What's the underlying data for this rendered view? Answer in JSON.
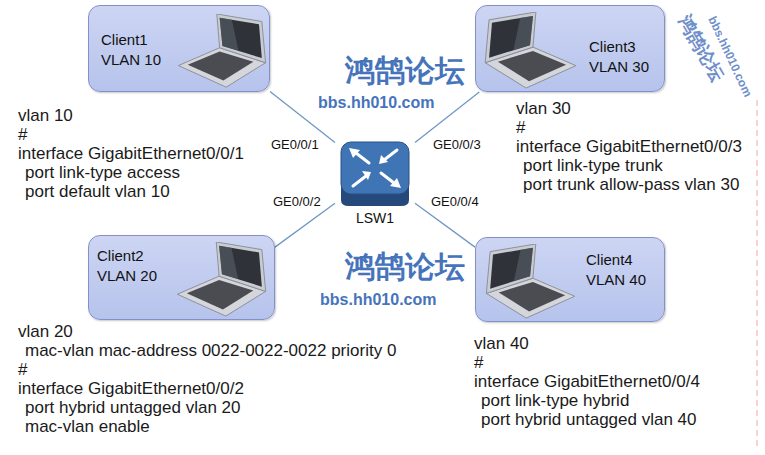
{
  "diagram": {
    "nodes": [
      {
        "text": [
          "Client1",
          "VLAN 10"
        ]
      },
      {
        "text": [
          "Client3",
          "VLAN 30"
        ]
      },
      {
        "text": [
          "LSW1"
        ]
      },
      {
        "text": [
          "Client2",
          "VLAN 20"
        ]
      },
      {
        "text": [
          "Client4",
          "VLAN 40"
        ]
      }
    ],
    "edges": [
      {
        "from": 2,
        "to": 0,
        "arrow": "none",
        "label": "GE0/0/1"
      },
      {
        "from": 2,
        "to": 1,
        "arrow": "none",
        "label": "GE0/0/3"
      },
      {
        "from": 2,
        "to": 3,
        "arrow": "none",
        "label": "GE0/0/2"
      },
      {
        "from": 2,
        "to": 4,
        "arrow": "none",
        "label": "GE0/0/4"
      }
    ],
    "labels": [
      "vlan 10",
      "#",
      "interface GigabitEthernet0/0/1",
      "port link-type access",
      "port default vlan 10",
      "vlan 30",
      "#",
      "interface GigabitEthernet0/0/3",
      "port link-type trunk",
      "port trunk allow-pass vlan 30",
      "vlan 20",
      "mac-vlan mac-address 0022-0022-0022 priority 0",
      "#",
      "interface GigabitEthernet0/0/2",
      "port hybrid untagged vlan 20",
      "mac-vlan enable",
      "vlan 40",
      "#",
      "interface GigabitEthernet0/0/4",
      "port link-type hybrid",
      "port hybrid untagged vlan 40",
      "鸿鹄论坛",
      "bbs.hh010.com",
      "鸿鹄论坛",
      "bbs.hh010.com",
      "鸿鹄论坛",
      "bbs.hh010.com"
    ]
  }
}
